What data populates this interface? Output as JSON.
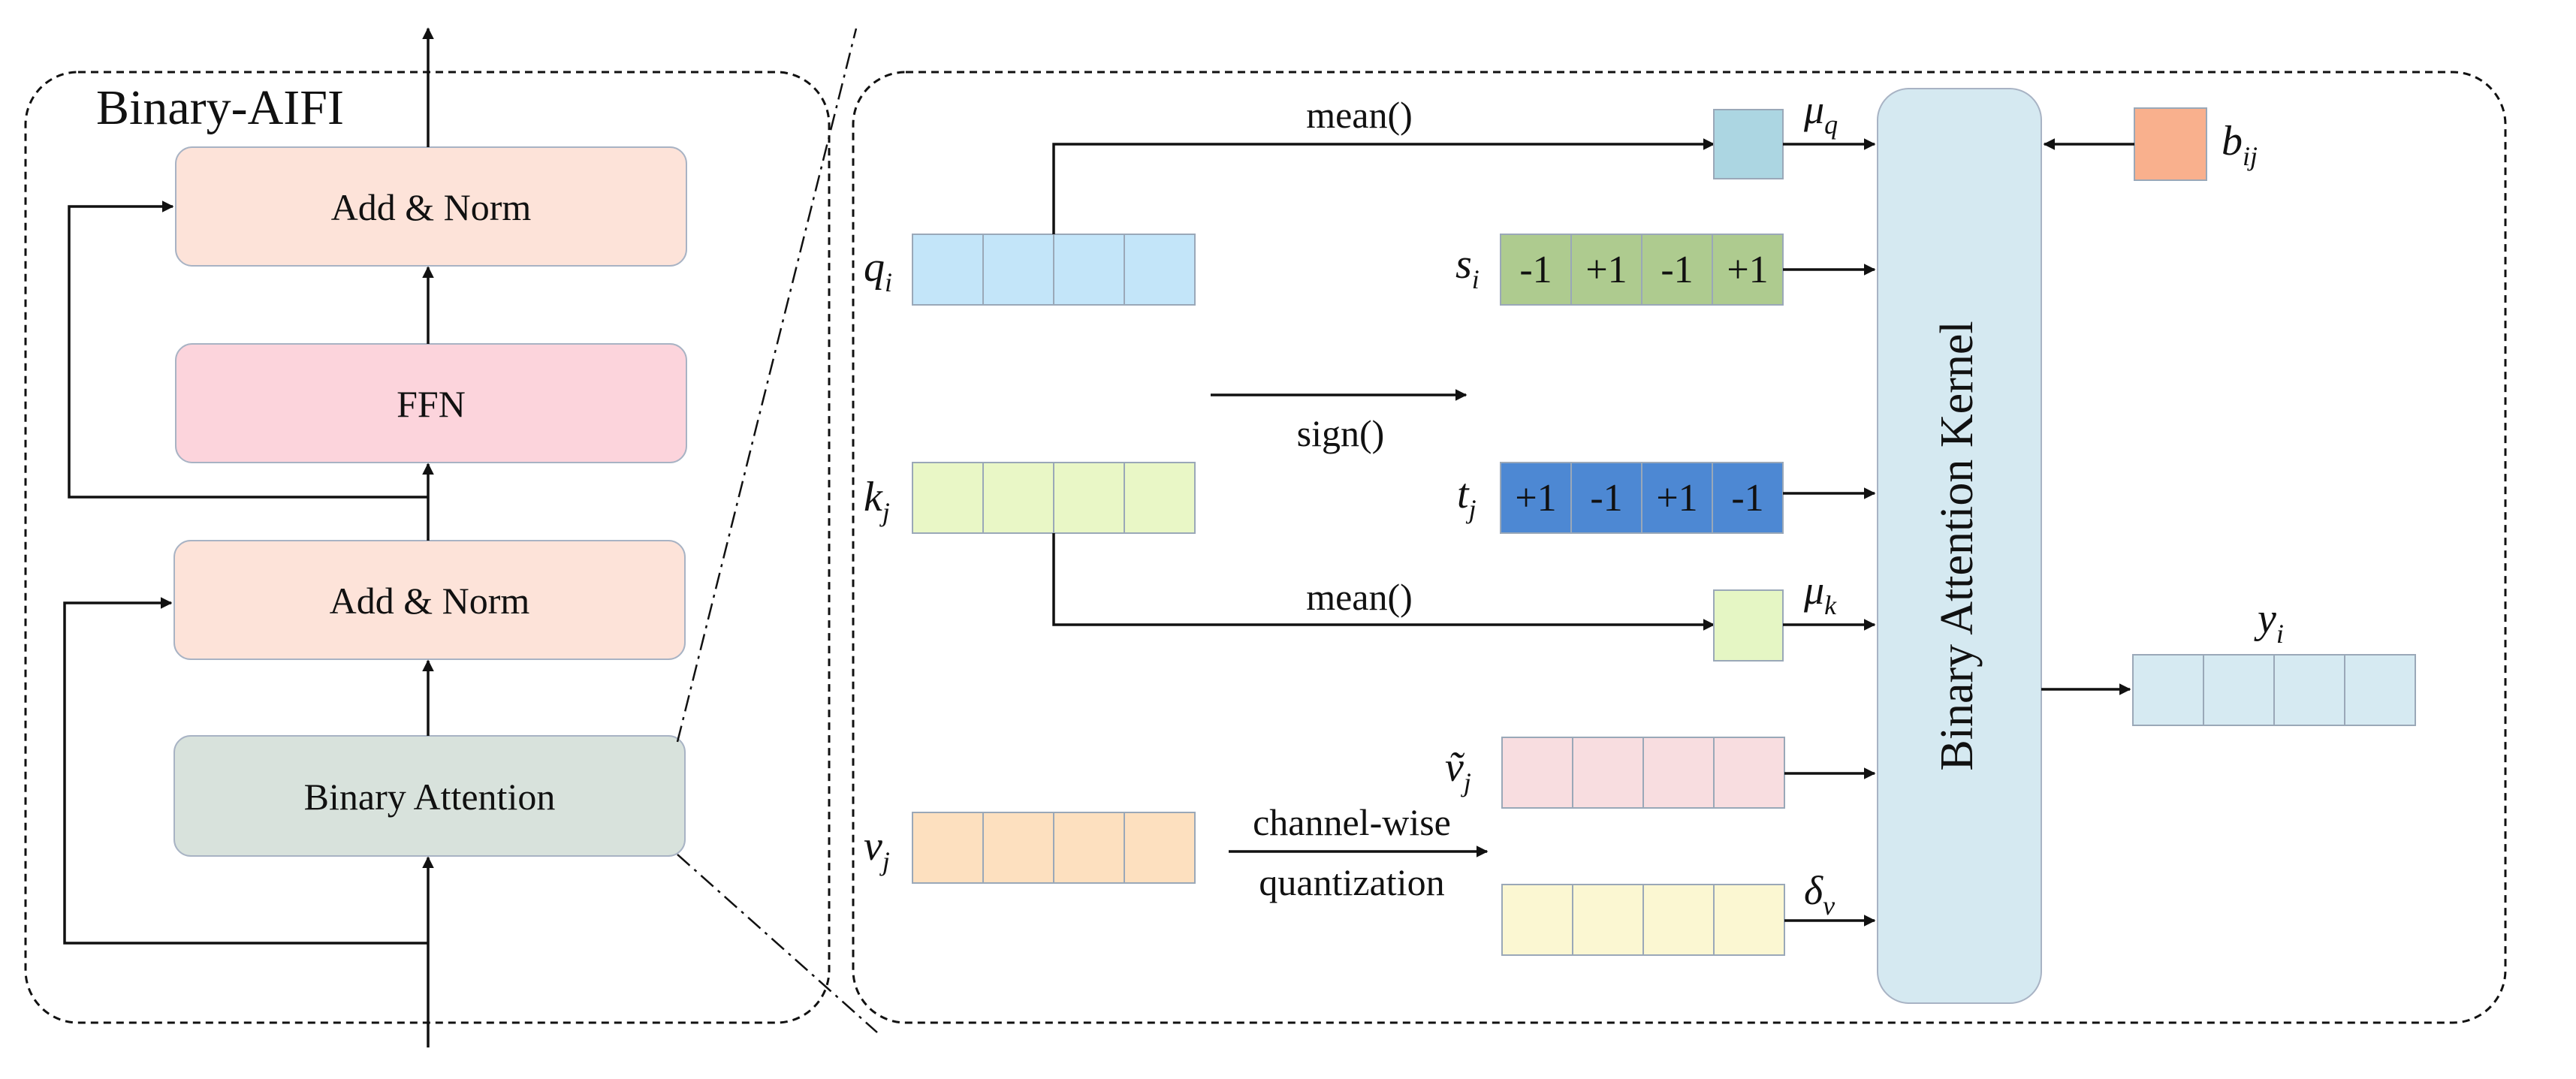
{
  "left_panel": {
    "title": "Binary-AIFI",
    "blocks": {
      "add_norm_top": "Add & Norm",
      "ffn": "FFN",
      "add_norm_bottom": "Add & Norm",
      "binary_attention": "Binary Attention"
    }
  },
  "right_panel": {
    "inputs": {
      "q": {
        "base": "q",
        "sub": "i"
      },
      "k": {
        "base": "k",
        "sub": "j"
      },
      "v": {
        "base": "v",
        "sub": "j"
      }
    },
    "ops": {
      "mean_top": "mean()",
      "mean_bottom": "mean()",
      "sign": "sign()",
      "channel_wise_line1": "channel-wise",
      "channel_wise_line2": "quantization"
    },
    "outputs": {
      "mu_q": {
        "base": "μ",
        "sub": "q"
      },
      "mu_k": {
        "base": "μ",
        "sub": "k"
      },
      "s": {
        "base": "s",
        "sub": "i",
        "values": [
          "-1",
          "+1",
          "-1",
          "+1"
        ]
      },
      "t": {
        "base": "t",
        "sub": "j",
        "values": [
          "+1",
          "-1",
          "+1",
          "-1"
        ]
      },
      "v_tilde": {
        "base": "ṽ",
        "sub": "j"
      },
      "delta_v": {
        "base": "δ",
        "sub": "v"
      },
      "b": {
        "base": "b",
        "sub": "ij"
      },
      "y": {
        "base": "y",
        "sub": "i"
      }
    },
    "kernel_label": "Binary Attention Kernel"
  },
  "colors": {
    "add_norm": "#fde3d9",
    "ffn": "#fcd4dc",
    "binary_attention": "#d8e2dc",
    "q_cells": "#c3e5f9",
    "k_cells": "#e9f7c6",
    "v_cells": "#fde0bf",
    "mu_q": "#acd6e2",
    "mu_k": "#e5f6c4",
    "s_cells": "#aecb8f",
    "t_cells": "#4d88d3",
    "v_tilde_cells": "#f8dde0",
    "delta_v_cells": "#fbf7d2",
    "b_box": "#f9b08d",
    "y_cells": "#d6eaf2",
    "kernel": "#d5e9f1"
  }
}
